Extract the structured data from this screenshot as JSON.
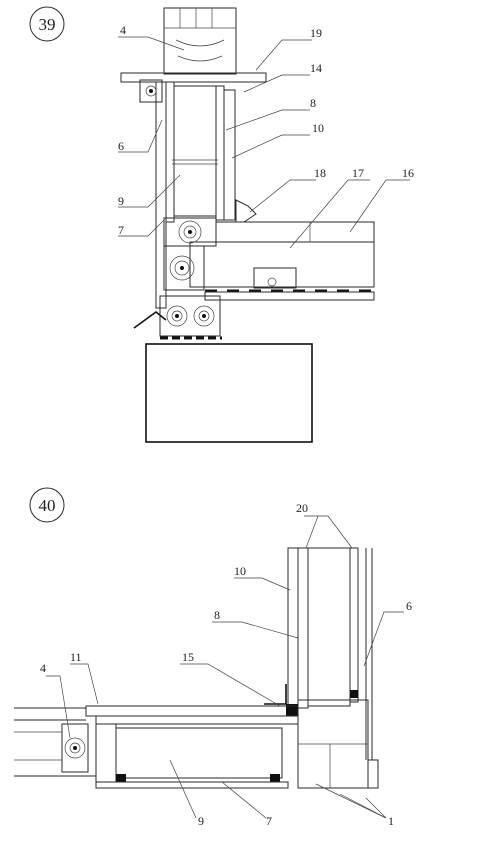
{
  "figures": [
    {
      "number": "39",
      "callouts": [
        "4",
        "19",
        "14",
        "8",
        "10",
        "6",
        "9",
        "7",
        "18",
        "17",
        "16"
      ]
    },
    {
      "number": "40",
      "callouts": [
        "20",
        "10",
        "8",
        "6",
        "11",
        "15",
        "4",
        "9",
        "7",
        "1"
      ]
    }
  ]
}
